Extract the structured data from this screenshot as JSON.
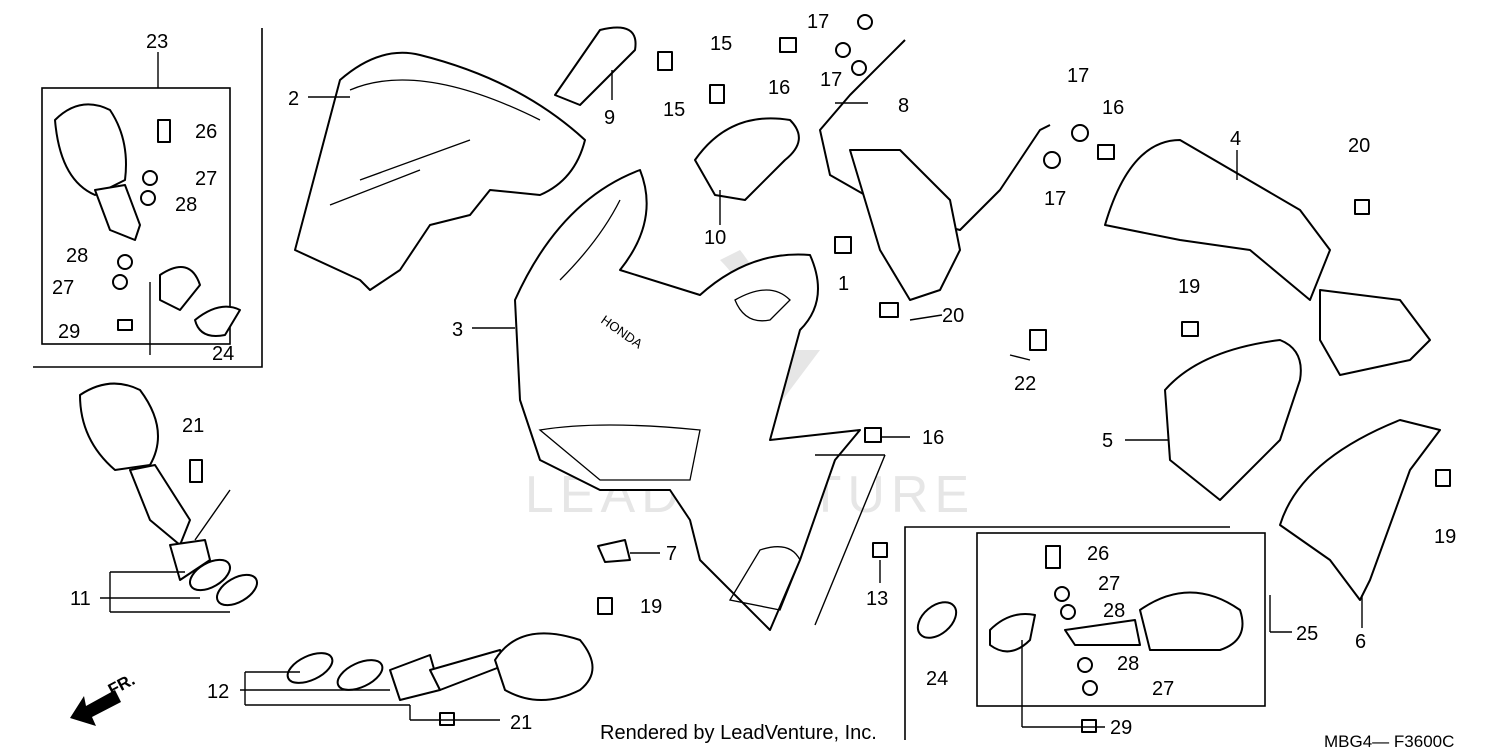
{
  "diagram": {
    "code": "MBG4— F3600C",
    "credit": "Rendered by LeadVenture, Inc.",
    "watermark": "LEADVENTURE",
    "direction": "FR.",
    "brand": "HONDA"
  },
  "callouts": {
    "p1": "1",
    "p2": "2",
    "p3": "3",
    "p4": "4",
    "p5": "5",
    "p6": "6",
    "p7": "7",
    "p8": "8",
    "p9": "9",
    "p10": "10",
    "p11": "11",
    "p12": "12",
    "p13": "13",
    "p15a": "15",
    "p15b": "15",
    "p16a": "16",
    "p16b": "16",
    "p16c": "16",
    "p17a": "17",
    "p17b": "17",
    "p17c": "17",
    "p17d": "17",
    "p19a": "19",
    "p19b": "19",
    "p19c": "19",
    "p20a": "20",
    "p20b": "20",
    "p21a": "21",
    "p21b": "21",
    "p22": "22",
    "p23": "23",
    "p24a": "24",
    "p24b": "24",
    "p25": "25",
    "p26a": "26",
    "p26b": "26",
    "p27a": "27",
    "p27b": "27",
    "p27c": "27",
    "p27d": "27",
    "p28a": "28",
    "p28b": "28",
    "p28c": "28",
    "p28d": "28",
    "p29a": "29",
    "p29b": "29"
  }
}
